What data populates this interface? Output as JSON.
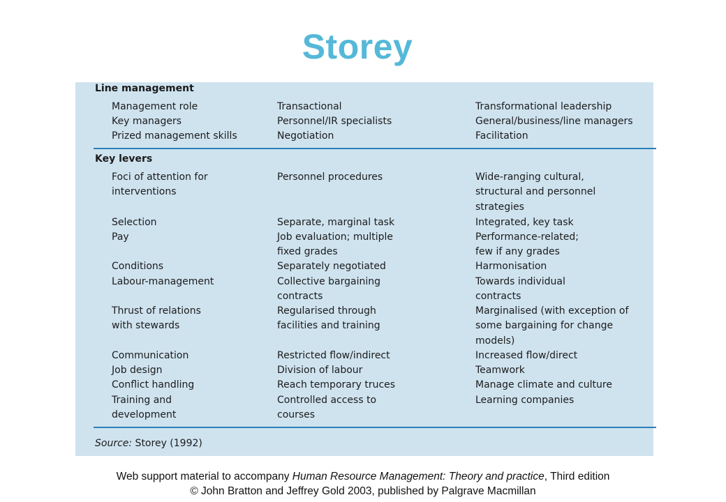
{
  "slide": {
    "title": "Storey"
  },
  "table": {
    "section1_heading": "Line management",
    "section2_heading": "Key levers",
    "rows1": [
      {
        "c1": "Management role",
        "c2": "Transactional",
        "c3": "Transformational leadership"
      },
      {
        "c1": "Key managers",
        "c2": "Personnel/IR specialists",
        "c3": "General/business/line managers"
      },
      {
        "c1": "Prized management skills",
        "c2": "Negotiation",
        "c3": "Facilitation"
      }
    ],
    "rows2": [
      {
        "c1": "Foci of attention for\ninterventions",
        "c2": "Personnel procedures",
        "c3": "Wide-ranging cultural,\nstructural and personnel\nstrategies"
      },
      {
        "c1": "Selection",
        "c2": "Separate, marginal task",
        "c3": "Integrated, key task"
      },
      {
        "c1": "Pay",
        "c2": "Job evaluation; multiple\nfixed grades",
        "c3": "Performance-related;\nfew if any grades"
      },
      {
        "c1": "Conditions",
        "c2": "Separately negotiated",
        "c3": "Harmonisation"
      },
      {
        "c1": "Labour-management",
        "c2": "Collective bargaining\ncontracts",
        "c3": "Towards individual\ncontracts"
      },
      {
        "c1": "Thrust of relations\nwith stewards",
        "c2": "Regularised through\nfacilities and training",
        "c3": "Marginalised (with exception of\nsome bargaining for change\nmodels)"
      },
      {
        "c1": "Communication",
        "c2": "Restricted flow/indirect",
        "c3": "Increased flow/direct"
      },
      {
        "c1": "Job design",
        "c2": "Division of labour",
        "c3": "Teamwork"
      },
      {
        "c1": "Conflict handling",
        "c2": "Reach temporary truces",
        "c3": "Manage climate and culture"
      },
      {
        "c1": "Training and\ndevelopment",
        "c2": "Controlled access to\ncourses",
        "c3": "Learning companies"
      }
    ],
    "source_label": "Source:",
    "source_text": " Storey (1992)"
  },
  "footer": {
    "line1_pre": "Web support material to accompany ",
    "line1_italic": "Human Resource Management: Theory and practice",
    "line1_post": ", Third edition",
    "line2": "© John Bratton and Jeffrey Gold 2003, published by Palgrave Macmillan"
  },
  "colors": {
    "title": "#55b8d8",
    "panel": "#cfe3ef",
    "rule": "#2a7eb6"
  }
}
